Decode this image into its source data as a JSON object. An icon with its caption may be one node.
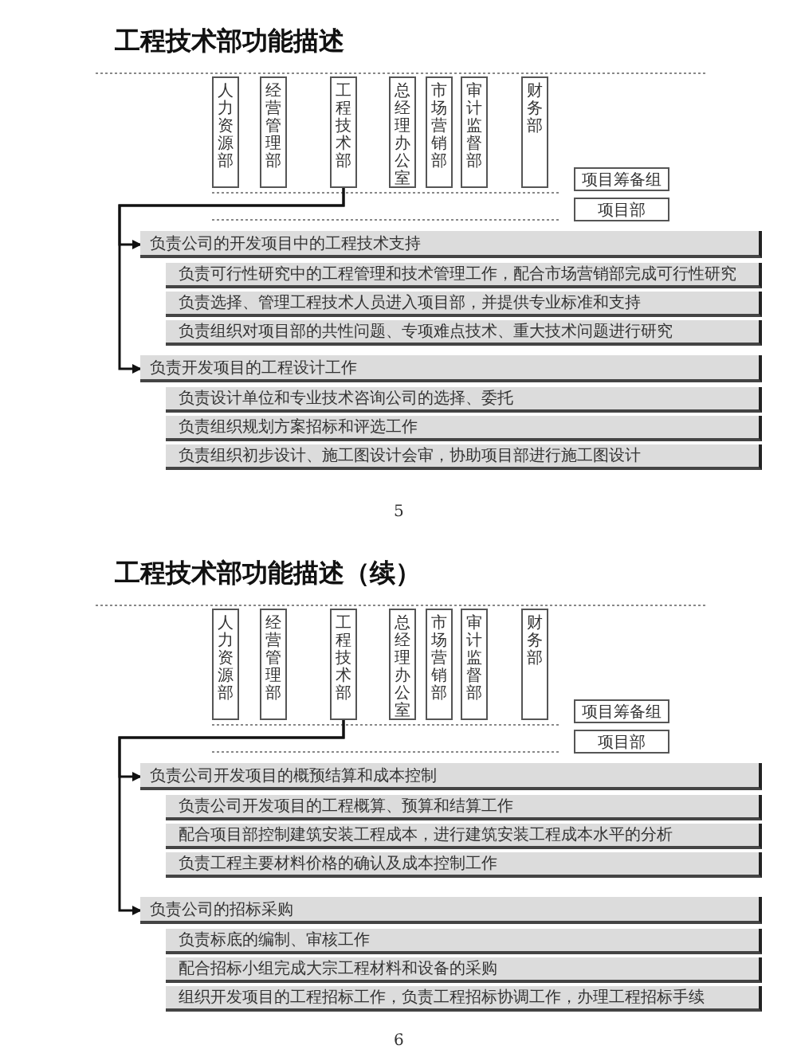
{
  "diagram": {
    "title": "工程技术部功能描述",
    "nodes": [
      {
        "text": [
          "人力资源部"
        ]
      },
      {
        "text": [
          "经营管理部"
        ]
      },
      {
        "text": [
          "工程技术部"
        ]
      },
      {
        "text": [
          "总经理办公室"
        ]
      },
      {
        "text": [
          "市场营销部"
        ]
      },
      {
        "text": [
          "审计监督部"
        ]
      },
      {
        "text": [
          "财务部"
        ]
      },
      {
        "text": [
          "项目筹备组"
        ]
      },
      {
        "text": [
          "项目部"
        ]
      },
      {
        "text": [
          "负责公司的开发项目中的工程技术支持"
        ]
      },
      {
        "text": [
          "负责可行性研究中的工程管理和技术管理工作，配合市场营销部完成可行性研究"
        ]
      },
      {
        "text": [
          "负责选择、管理工程技术人员进入项目部，并提供专业标准和支持"
        ]
      },
      {
        "text": [
          "负责组织对项目部的共性问题、专项难点技术、重大技术问题进行研究"
        ]
      },
      {
        "text": [
          "负责开发项目的工程设计工作"
        ]
      },
      {
        "text": [
          "负责设计单位和专业技术咨询公司的选择、委托"
        ]
      },
      {
        "text": [
          "负责组织规划方案招标和评选工作"
        ]
      },
      {
        "text": [
          "负责组织初步设计、施工图设计会审，协助项目部进行施工图设计"
        ]
      },
      {
        "text": [
          "人力资源部"
        ]
      },
      {
        "text": [
          "经营管理部"
        ]
      },
      {
        "text": [
          "工程技术部"
        ]
      },
      {
        "text": [
          "总经理办公室"
        ]
      },
      {
        "text": [
          "市场营销部"
        ]
      },
      {
        "text": [
          "审计监督部"
        ]
      },
      {
        "text": [
          "财务部"
        ]
      },
      {
        "text": [
          "项目筹备组"
        ]
      },
      {
        "text": [
          "项目部"
        ]
      },
      {
        "text": [
          "负责公司开发项目的概预结算和成本控制"
        ]
      },
      {
        "text": [
          "负责公司开发项目的工程概算、预算和结算工作"
        ]
      },
      {
        "text": [
          "配合项目部控制建筑安装工程成本，进行建筑安装工程成本水平的分析"
        ]
      },
      {
        "text": [
          "负责工程主要材料价格的确认及成本控制工作"
        ]
      },
      {
        "text": [
          "负责公司的招标采购"
        ]
      },
      {
        "text": [
          "负责标底的编制、审核工作"
        ]
      },
      {
        "text": [
          "配合招标小组完成大宗工程材料和设备的采购"
        ]
      },
      {
        "text": [
          "组织开发项目的工程招标工作，负责工程招标协调工作，办理工程招标手续"
        ]
      }
    ],
    "edges": [
      {
        "from": 2,
        "to": 9,
        "arrow": "to"
      },
      {
        "from": 2,
        "to": 13,
        "arrow": "to"
      },
      {
        "from": 19,
        "to": 26,
        "arrow": "to"
      },
      {
        "from": 19,
        "to": 30,
        "arrow": "to"
      }
    ],
    "labels": [
      "5",
      "工程技术部功能描述（续）",
      "6"
    ]
  }
}
